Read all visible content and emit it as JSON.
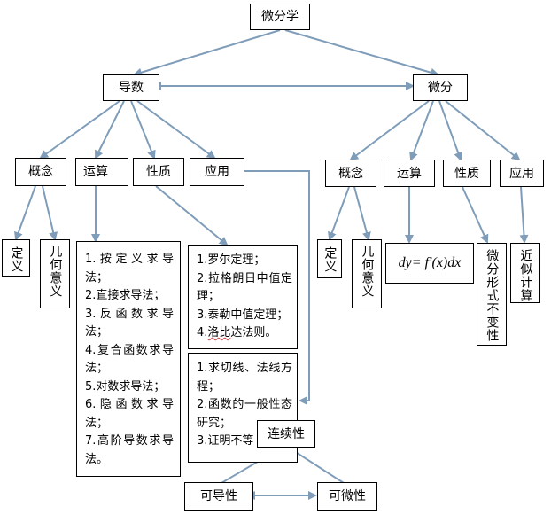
{
  "root": "微分学",
  "derivative": {
    "title": "导数",
    "concept": "概念",
    "operation": "运算",
    "property": "性质",
    "application": "应用",
    "definition": "定义",
    "geometric": "几何意义",
    "operation_items": [
      "1.按定义求导法；",
      "2.直接求导法；",
      "3.反函数求导法；",
      "4.复合函数求导法；",
      "5.对数求导法；",
      "6.隐函数求导法；",
      "7.高阶导数求导法。"
    ],
    "property_items": [
      "1.罗尔定理；",
      "2.拉格朗日中值定理；",
      "3.泰勒中值定理；",
      "4.洛比达法则。"
    ],
    "application_items": [
      "1.求切线、法线方程；",
      "2.函数的一般性态研究；",
      "3.证明不等"
    ]
  },
  "differential": {
    "title": "微分",
    "concept": "概念",
    "operation": "运算",
    "property": "性质",
    "application": "应用",
    "definition": "定义",
    "geometric": "几何意义",
    "formula": "dy= f′(x)dx",
    "property_note": "微分形式不变性",
    "application_note": "近似计算"
  },
  "continuity": "连续性",
  "differentiable_d": "可导性",
  "differentiable_w": "可微性",
  "colors": {
    "arrow": "#7f9db9",
    "border": "#000000",
    "squiggle": "#d04040"
  }
}
